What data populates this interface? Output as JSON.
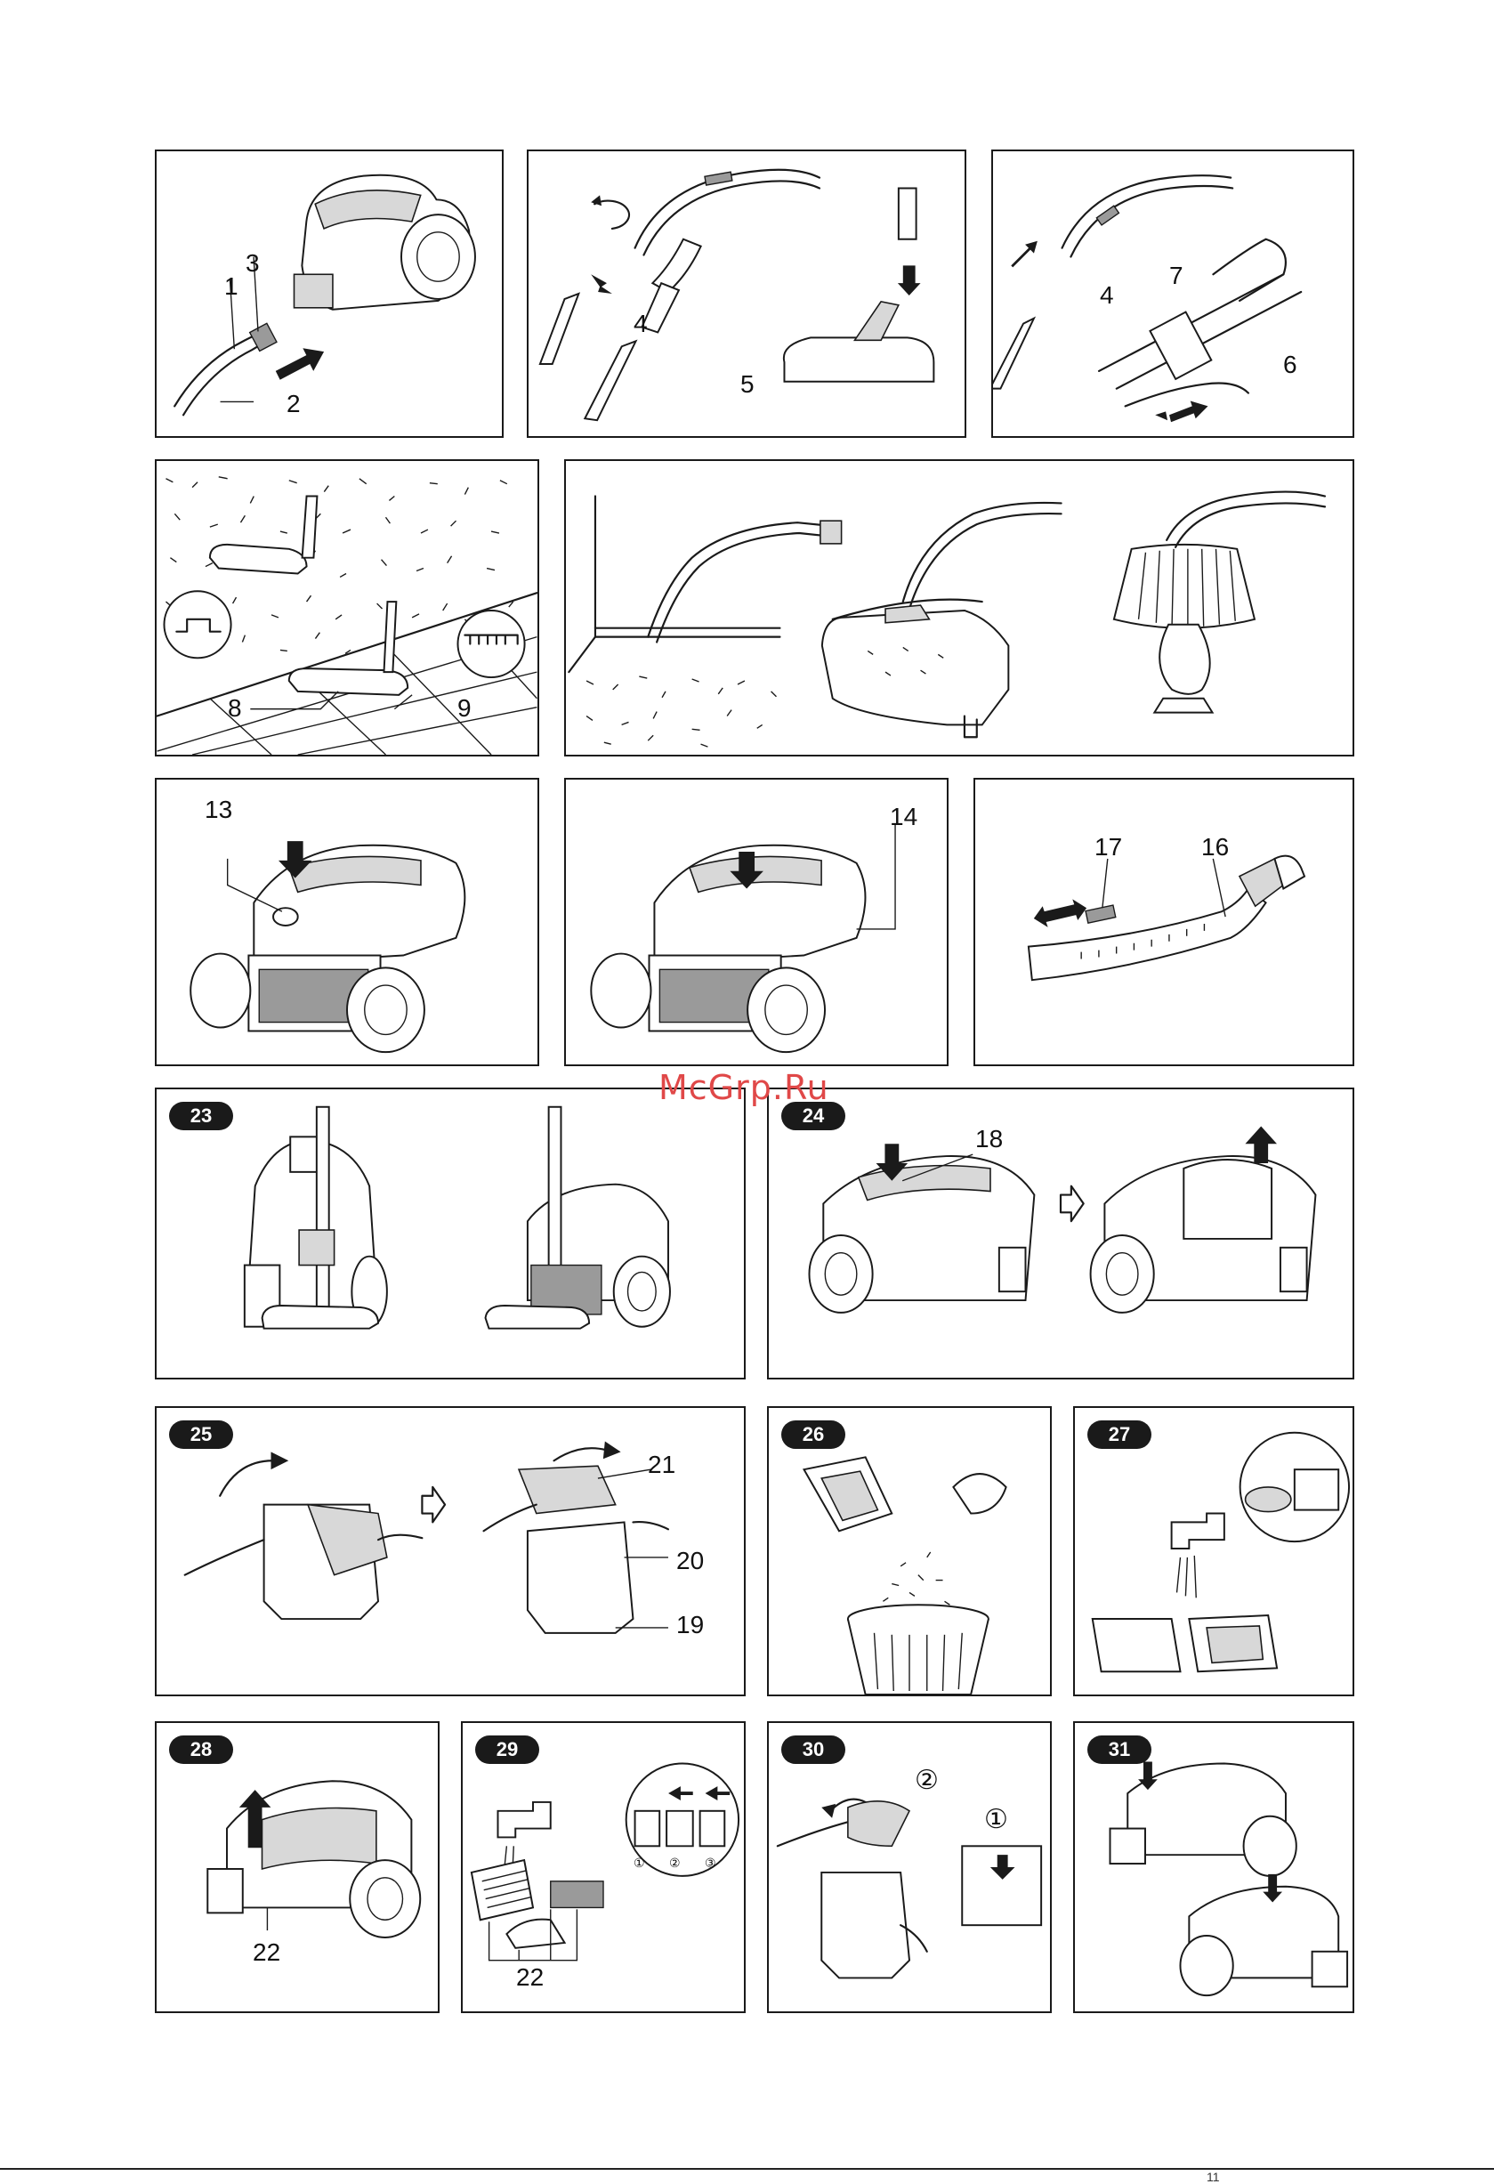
{
  "watermark": "McGrp.Ru",
  "page_number": "11",
  "panels": {
    "p1": {
      "callouts": [
        "1",
        "3",
        "2"
      ]
    },
    "p2": {
      "callouts": [
        "4",
        "5"
      ]
    },
    "p3": {
      "callouts": [
        "7",
        "4",
        "6"
      ]
    },
    "p4": {
      "callouts": [
        "8",
        "9"
      ]
    },
    "p6": {
      "callouts": [
        "13"
      ]
    },
    "p7": {
      "callouts": [
        "14"
      ]
    },
    "p8": {
      "callouts": [
        "17",
        "16"
      ]
    },
    "p9": {
      "step": "23"
    },
    "p10": {
      "step": "24",
      "callouts": [
        "18"
      ]
    },
    "p11": {
      "step": "25",
      "callouts": [
        "21",
        "20",
        "19"
      ]
    },
    "p12": {
      "step": "26"
    },
    "p13": {
      "step": "27"
    },
    "p14": {
      "step": "28",
      "callouts": [
        "22"
      ]
    },
    "p15": {
      "step": "29",
      "callouts": [
        "22"
      ],
      "circled": [
        "①",
        "②",
        "③"
      ]
    },
    "p16": {
      "step": "30",
      "circled": [
        "②",
        "①"
      ]
    },
    "p17": {
      "step": "31"
    }
  },
  "colors": {
    "line": "#1a1a1a",
    "badge": "#1a1a1a",
    "watermark": "#e04848"
  }
}
